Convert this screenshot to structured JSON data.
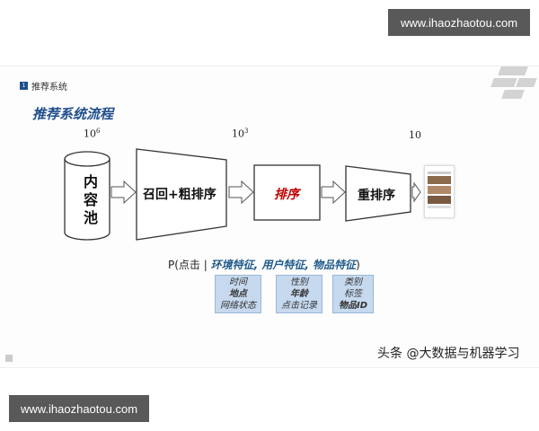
{
  "watermarks": {
    "top": "www.ihaozhaotou.com",
    "bottom": "www.ihaozhaotou.com"
  },
  "slide": {
    "section_number": "1",
    "section_label": "推荐系统",
    "title": "推荐系统流程"
  },
  "diagram": {
    "nodes": [
      {
        "id": "pool",
        "label": "内容池",
        "shape": "cylinder"
      },
      {
        "id": "recall",
        "label": "召回+粗排序",
        "shape": "funnel"
      },
      {
        "id": "rank",
        "label": "排序",
        "shape": "rect",
        "color": "#c00000"
      },
      {
        "id": "rerank",
        "label": "重排序",
        "shape": "funnel"
      }
    ],
    "edges": [
      {
        "from": "pool",
        "to": "recall"
      },
      {
        "from": "recall",
        "to": "rank"
      },
      {
        "from": "rank",
        "to": "rerank"
      },
      {
        "from": "rerank",
        "to": "output"
      }
    ],
    "scales": [
      {
        "base": "10",
        "exp": "6"
      },
      {
        "base": "10",
        "exp": "3"
      },
      {
        "base": "10",
        "exp": ""
      }
    ],
    "probability": {
      "prefix": "P(点击 | ",
      "features_text": "环境特征, 用户特征, 物品特征",
      "suffix": ")"
    },
    "feature_groups": [
      {
        "lines": [
          "时间",
          "地点",
          "网络状态"
        ]
      },
      {
        "lines": [
          "性别",
          "年龄",
          "点击记录"
        ]
      },
      {
        "lines": [
          "类别",
          "标签",
          "物品ID"
        ]
      }
    ]
  },
  "credit": "头条 @大数据与机器学习"
}
